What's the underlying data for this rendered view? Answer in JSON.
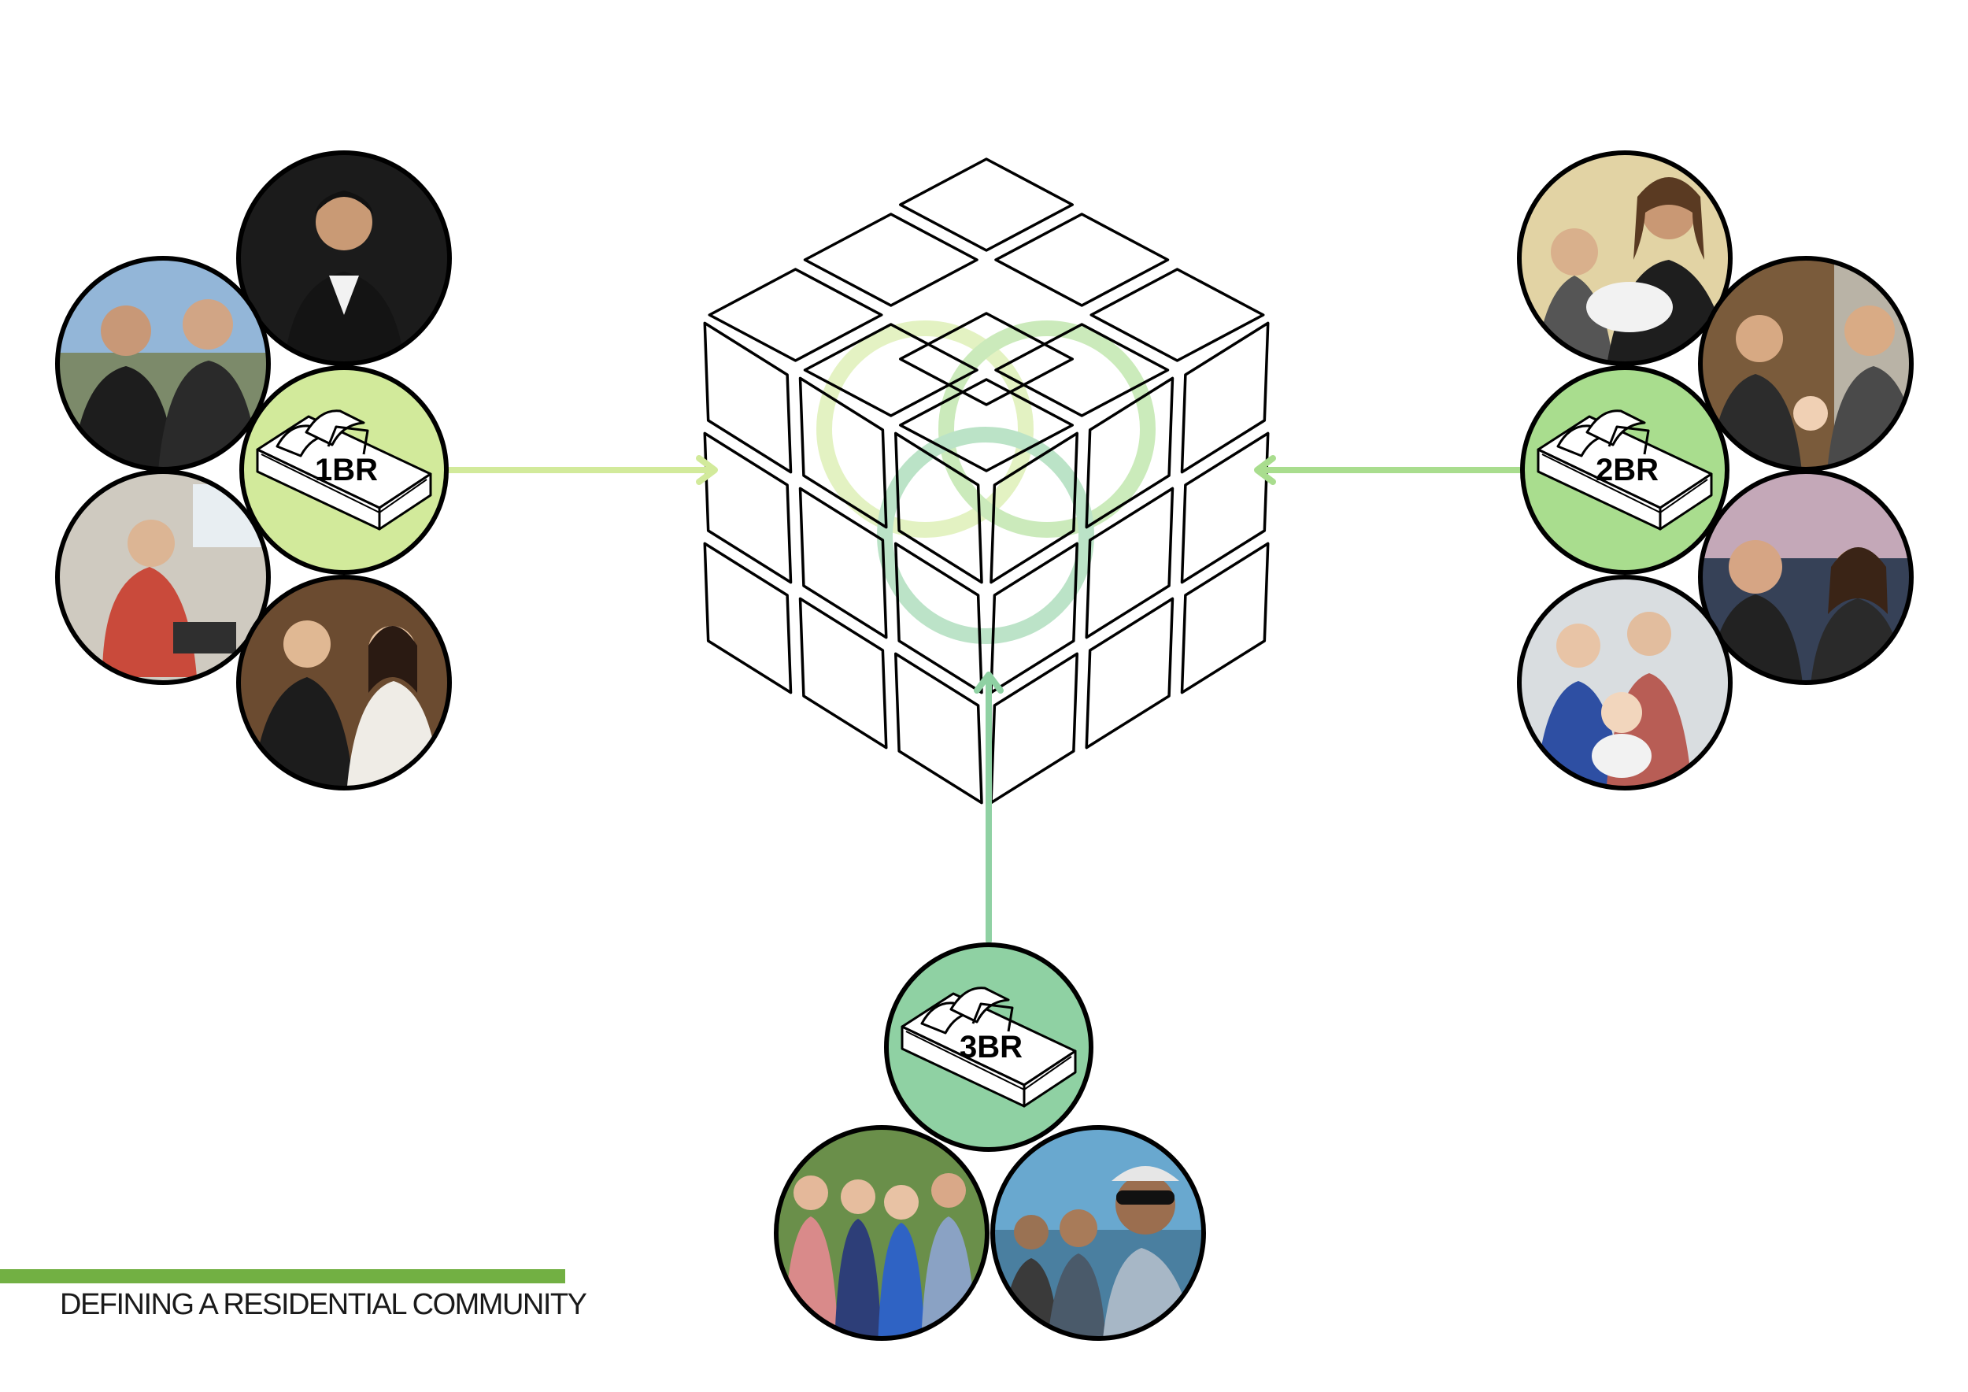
{
  "footer": {
    "title": "DEFINING A RESIDENTIAL COMMUNITY",
    "accent": "#72b043"
  },
  "colors": {
    "one_br": "#d2ea9b",
    "two_br": "#a9dd8e",
    "three_br": "#8fd1a3",
    "line": "#000000"
  },
  "groups": [
    {
      "id": "1br",
      "label": "1BR",
      "color": "#d2ea9b",
      "photos": [
        {
          "name": "photo-man-in-tuxedo",
          "icon": "portrait",
          "bg": "#2b2b2b",
          "fg": "#e6c6a6"
        },
        {
          "name": "photo-two-men-outdoors",
          "icon": "portrait",
          "bg": "#6f93ba",
          "fg": "#2a2a2a"
        },
        {
          "name": "photo-woman-in-red-coat",
          "icon": "portrait",
          "bg": "#b9b5ad",
          "fg": "#c94a3b"
        },
        {
          "name": "photo-couple-formal",
          "icon": "portrait",
          "bg": "#7a5a3a",
          "fg": "#1c1c1c"
        }
      ]
    },
    {
      "id": "2br",
      "label": "2BR",
      "color": "#a9dd8e",
      "photos": [
        {
          "name": "photo-parents-with-newborn",
          "icon": "portrait",
          "bg": "#d8c9a0",
          "fg": "#2a2a2a"
        },
        {
          "name": "photo-two-men-with-baby",
          "icon": "portrait",
          "bg": "#8a6a45",
          "fg": "#3b3b3b"
        },
        {
          "name": "photo-couple-at-sunset",
          "icon": "portrait",
          "bg": "#6a6f8a",
          "fg": "#1f1f1f"
        },
        {
          "name": "photo-family-with-baby",
          "icon": "portrait",
          "bg": "#cfd3d8",
          "fg": "#b85d55"
        }
      ]
    },
    {
      "id": "3br",
      "label": "3BR",
      "color": "#8fd1a3",
      "photos": [
        {
          "name": "photo-family-of-four",
          "icon": "portrait",
          "bg": "#557a3a",
          "fg": "#2d3e78"
        },
        {
          "name": "photo-family-selfie",
          "icon": "portrait",
          "bg": "#4f8fb6",
          "fg": "#9a7253"
        }
      ]
    }
  ]
}
